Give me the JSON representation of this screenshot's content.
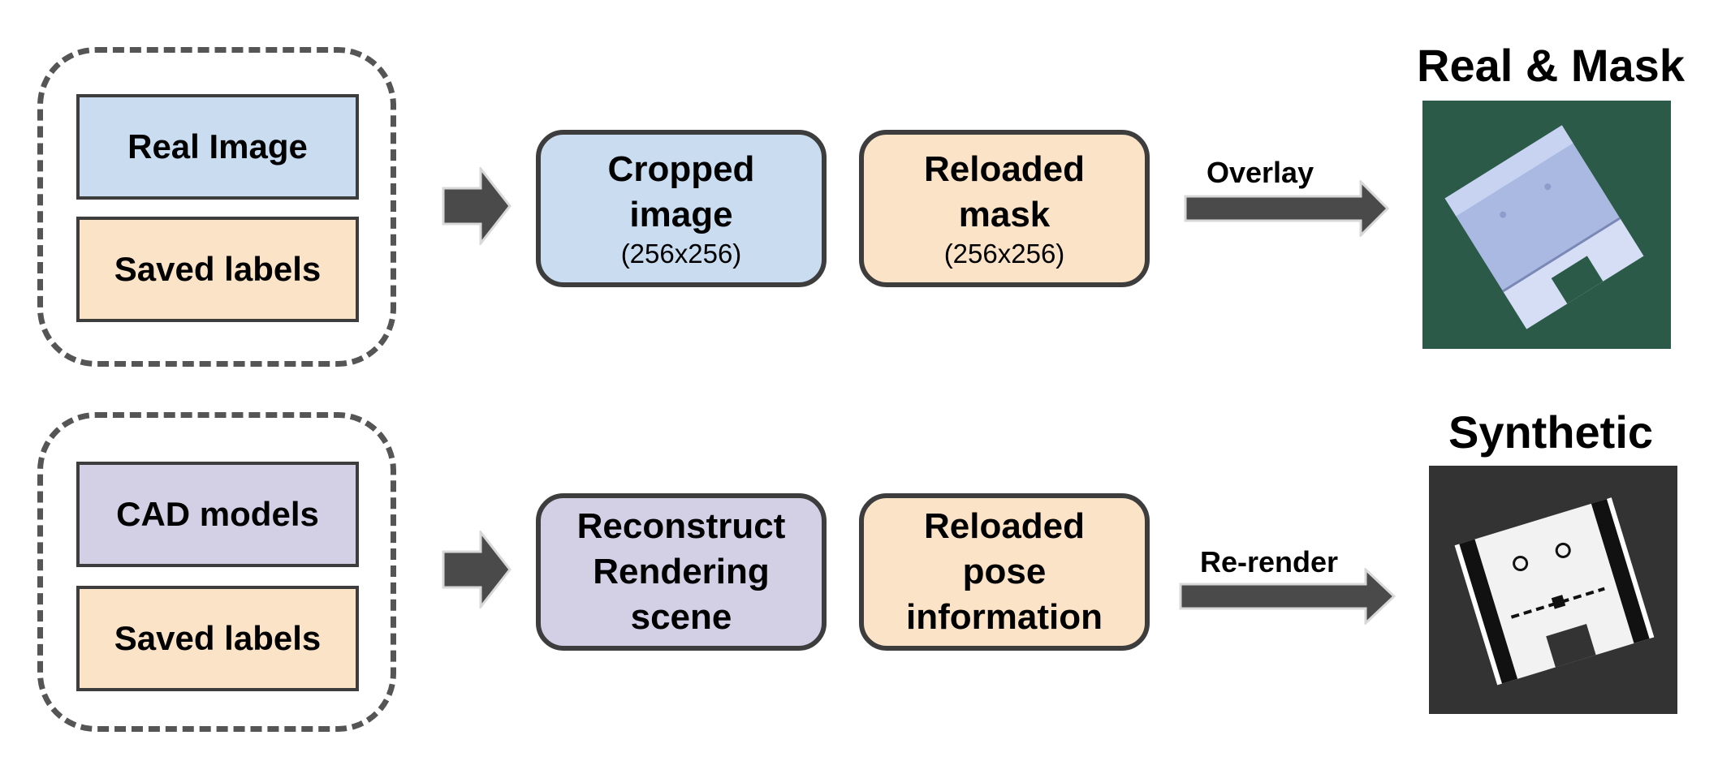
{
  "top_row": {
    "inputs": [
      "Real Image",
      "Saved labels"
    ],
    "step1": {
      "title": "Cropped\nimage",
      "sub": "(256x256)"
    },
    "step2": {
      "title": "Reloaded\nmask",
      "sub": "(256x256)"
    },
    "arrow_label": "Overlay",
    "output_title": "Real & Mask"
  },
  "bottom_row": {
    "inputs": [
      "CAD models",
      "Saved labels"
    ],
    "step1": {
      "title": "Reconstruct\nRendering\nscene"
    },
    "step2": {
      "title": "Reloaded\npose\ninformation"
    },
    "arrow_label": "Re-render",
    "output_title": "Synthetic"
  },
  "colors": {
    "real_input": "#c9dcf0",
    "labels": "#fbe3c8",
    "cad": "#d3d0e6",
    "arrow": "#4a4a4a",
    "border": "#3d3d3d"
  }
}
